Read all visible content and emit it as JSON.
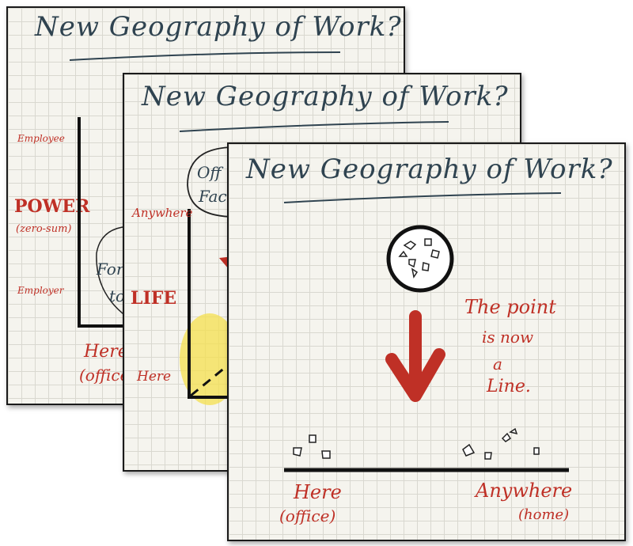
{
  "card1": {
    "title": "New Geography of Work?",
    "y_top": "Employee",
    "y_mid": "POWER",
    "y_mid_sub": "(zero-sum)",
    "y_bottom": "Employer",
    "bubble_line1": "Forc",
    "bubble_line2": "to",
    "x_label": "Here",
    "x_sub": "(office"
  },
  "card2": {
    "title": "New Geography of Work?",
    "bubble_line1": "Off",
    "bubble_line2": "Fac",
    "y_top": "Anywhere",
    "y_mid": "LIFE",
    "y_bottom": "Here"
  },
  "card3": {
    "title": "New Geography of Work?",
    "note_line1": "The point",
    "note_line2": "is now",
    "note_line3": "a",
    "note_line4": "Line.",
    "left_label": "Here",
    "left_sub": "(office)",
    "right_label": "Anywhere",
    "right_sub": "(home)"
  },
  "colors": {
    "ink": "#2f4350",
    "red": "#bf3026",
    "highlight": "#f4e04d",
    "paper": "#f5f4ee"
  }
}
